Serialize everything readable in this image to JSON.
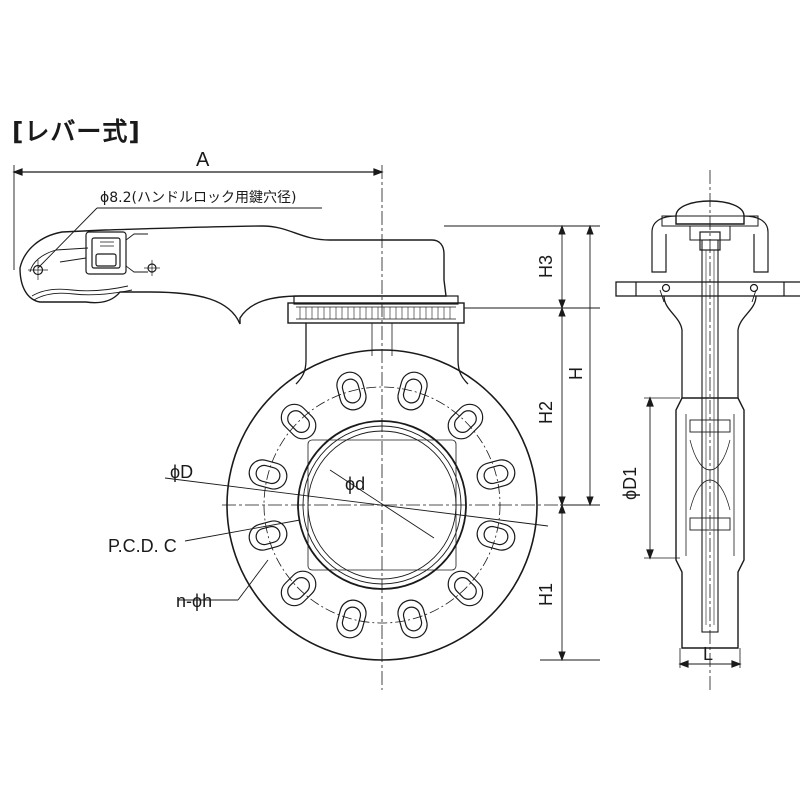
{
  "title": "[レバー式]",
  "labels": {
    "A": "A",
    "keyhole_note": "ϕ8.2(ハンドルロック用鍵穴径)",
    "H3": "H3",
    "H": "H",
    "H2": "H2",
    "H1": "H1",
    "phiD": "ϕD",
    "phid": "ϕd",
    "pcd": "P.C.D. C",
    "nphih": "n‐ϕh",
    "phiD1": "ϕD1",
    "L": "L"
  }
}
